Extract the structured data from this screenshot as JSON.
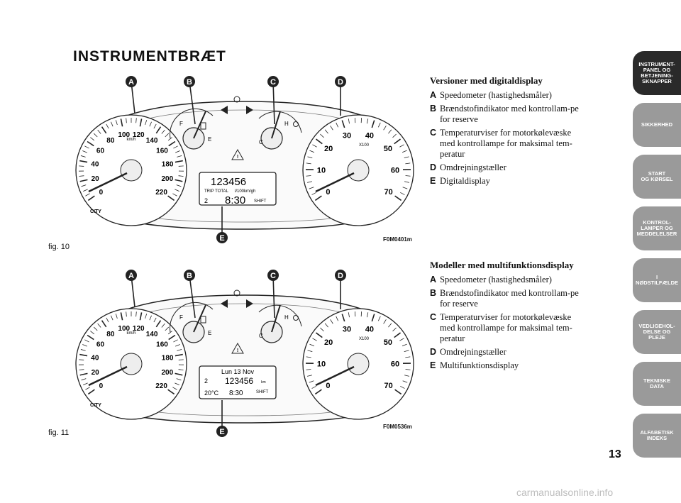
{
  "page": {
    "title": "INSTRUMENTBRÆT",
    "number": "13",
    "footer": "carmanualsonline.info"
  },
  "figures": [
    {
      "caption": "fig. 10",
      "code": "F0M0401m",
      "display": "digital",
      "lcd": {
        "odo": "123456",
        "trip": "TRIP TOTAL",
        "cons": "l/100km/gh",
        "gear": "2",
        "time": "8:30",
        "shift": "SHIFT"
      }
    },
    {
      "caption": "fig. 11",
      "code": "F0M0536m",
      "display": "multi",
      "lcd": {
        "date": "Lun 13 Nov",
        "odo": "123456",
        "unit": "km",
        "gear": "2",
        "temp": "20°C",
        "time": "8:30",
        "shift": "SHIFT"
      }
    }
  ],
  "gauge": {
    "callouts": [
      "A",
      "B",
      "C",
      "D",
      "E"
    ],
    "speedo_ticks": [
      "0",
      "20",
      "40",
      "60",
      "80",
      "100",
      "120",
      "140",
      "160",
      "180",
      "200",
      "220"
    ],
    "speed_unit": "km/h",
    "fuel": {
      "full": "F",
      "empty": "E"
    },
    "temp": {
      "cold": "C",
      "hot": "H"
    },
    "tacho_ticks": [
      "0",
      "10",
      "20",
      "30",
      "40",
      "50",
      "60",
      "70"
    ],
    "tacho_unit": "X100",
    "city": "CITY"
  },
  "sections": [
    {
      "heading": "Versioner med digitaldisplay",
      "items": [
        {
          "letter": "A",
          "text": "Speedometer (hastighedsmåler)"
        },
        {
          "letter": "B",
          "text": "Brændstofindikator med kontrollam-pe for reserve"
        },
        {
          "letter": "C",
          "text": "Temperaturviser for motorkølevæske med kontrollampe for maksimal tem-peratur"
        },
        {
          "letter": "D",
          "text": "Omdrejningstæller"
        },
        {
          "letter": "E",
          "text": "Digitaldisplay"
        }
      ]
    },
    {
      "heading": "Modeller med multifunktionsdisplay",
      "items": [
        {
          "letter": "A",
          "text": "Speedometer (hastighedsmåler)"
        },
        {
          "letter": "B",
          "text": "Brændstofindikator med kontrollam-pe for reserve"
        },
        {
          "letter": "C",
          "text": "Temperaturviser for motorkølevæske med kontrollampe for maksimal tem-peratur"
        },
        {
          "letter": "D",
          "text": "Omdrejningstæller"
        },
        {
          "letter": "E",
          "text": "Multifunktionsdisplay"
        }
      ]
    }
  ],
  "tabs": [
    {
      "label": "INSTRUMENT-\nPANEL OG\nBETJENING-\nSKNAPPER",
      "active": true
    },
    {
      "label": "SIKKERHED",
      "active": false
    },
    {
      "label": "START\nOG KØRSEL",
      "active": false
    },
    {
      "label": "KONTROL-\nLAMPER OG\nMEDDELELSER",
      "active": false
    },
    {
      "label": "I\nNØDSTILFÆLDE",
      "active": false
    },
    {
      "label": "VEDLIGEHOL-\nDELSE OG\nPLEJE",
      "active": false
    },
    {
      "label": "TEKNISKE\nDATA",
      "active": false
    },
    {
      "label": "ALFABETISK\nINDEKS",
      "active": false
    }
  ],
  "colors": {
    "tab_active": "#2a2a2a",
    "tab": "#9a9a9a",
    "callout": "#222222"
  }
}
